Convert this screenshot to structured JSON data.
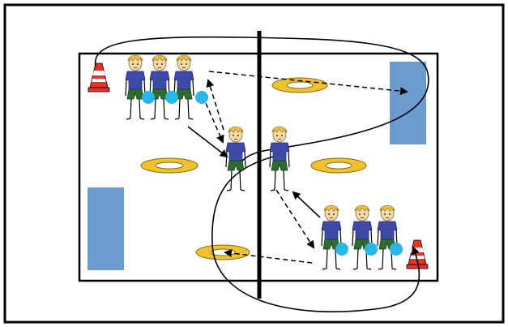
{
  "colors": {
    "outer_frame": "#000000",
    "field_line": "#000000",
    "center_net": "#000000",
    "goal_zone": "#6b9bd1",
    "hoop_fill": "#f2c12e",
    "hoop_edge": "#8a6b10",
    "ball": "#29b6e8",
    "shirt": "#3f4aa8",
    "shorts": "#2e6b2e",
    "skin": "#f6d9a8",
    "hair": "#e8c04a",
    "cone": "#e8322a",
    "cone_stripe": "#ffffff",
    "arrow": "#000000"
  },
  "icons": {
    "player": "person-figure-icon",
    "cone": "traffic-cone-icon",
    "hoop": "ring-hoop-icon",
    "ball": "ball-icon"
  },
  "diagram": {
    "players_left_group": 3,
    "players_right_group": 3,
    "players_center": 2,
    "balls_left_group": 3,
    "balls_right_group": 3,
    "hoops": 4,
    "cones": 2,
    "goal_zones": 2
  }
}
